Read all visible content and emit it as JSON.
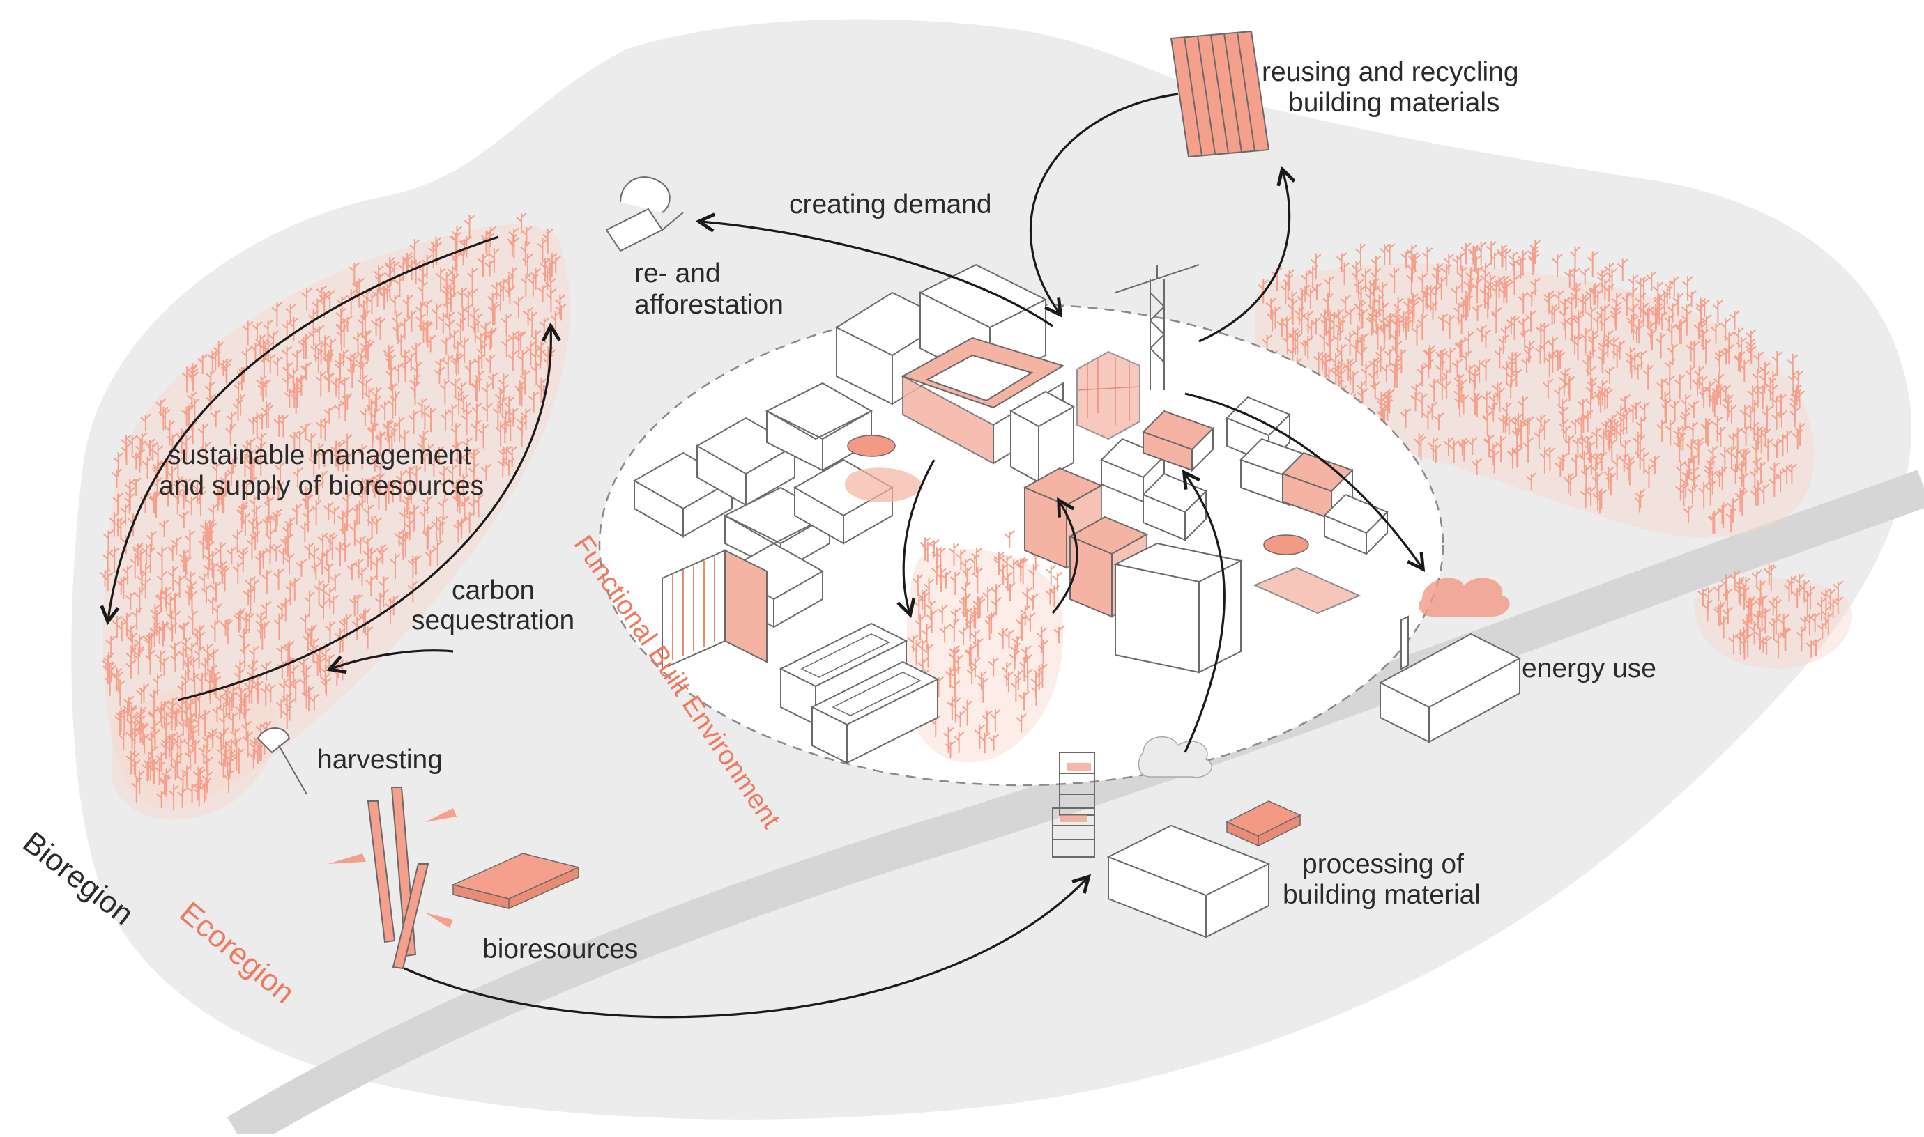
{
  "colors": {
    "background": "#ffffff",
    "region_fill": "#ececec",
    "river": "#d6d6d6",
    "accent": "#ef7a60",
    "tree": "#f4a08c",
    "text": "#2a2a2a",
    "arrow": "#1a1a1a"
  },
  "labels": {
    "reuse_line1": "reusing and recycling",
    "reuse_line2": "building materials",
    "creating_demand": "creating demand",
    "reforest_line1": "re- and",
    "reforest_line2": "afforestation",
    "sustain_line1": "sustainable management",
    "sustain_line2": "and supply of bioresources",
    "carbon_line1": "carbon",
    "carbon_line2": "sequestration",
    "harvesting": "harvesting",
    "bioresources": "bioresources",
    "processing_line1": "processing of",
    "processing_line2": "building material",
    "energy_use": "energy use",
    "built_environment": "Functional Built Environment",
    "bioregion": "Bioregion",
    "ecoregion": "Ecoregion"
  },
  "icons": [
    "watering-can-icon",
    "axe-icon",
    "timber-panels-icon",
    "bamboo-icon",
    "lumber-stack-icon",
    "crane-icon",
    "factory-icon",
    "sawmill-icon"
  ]
}
